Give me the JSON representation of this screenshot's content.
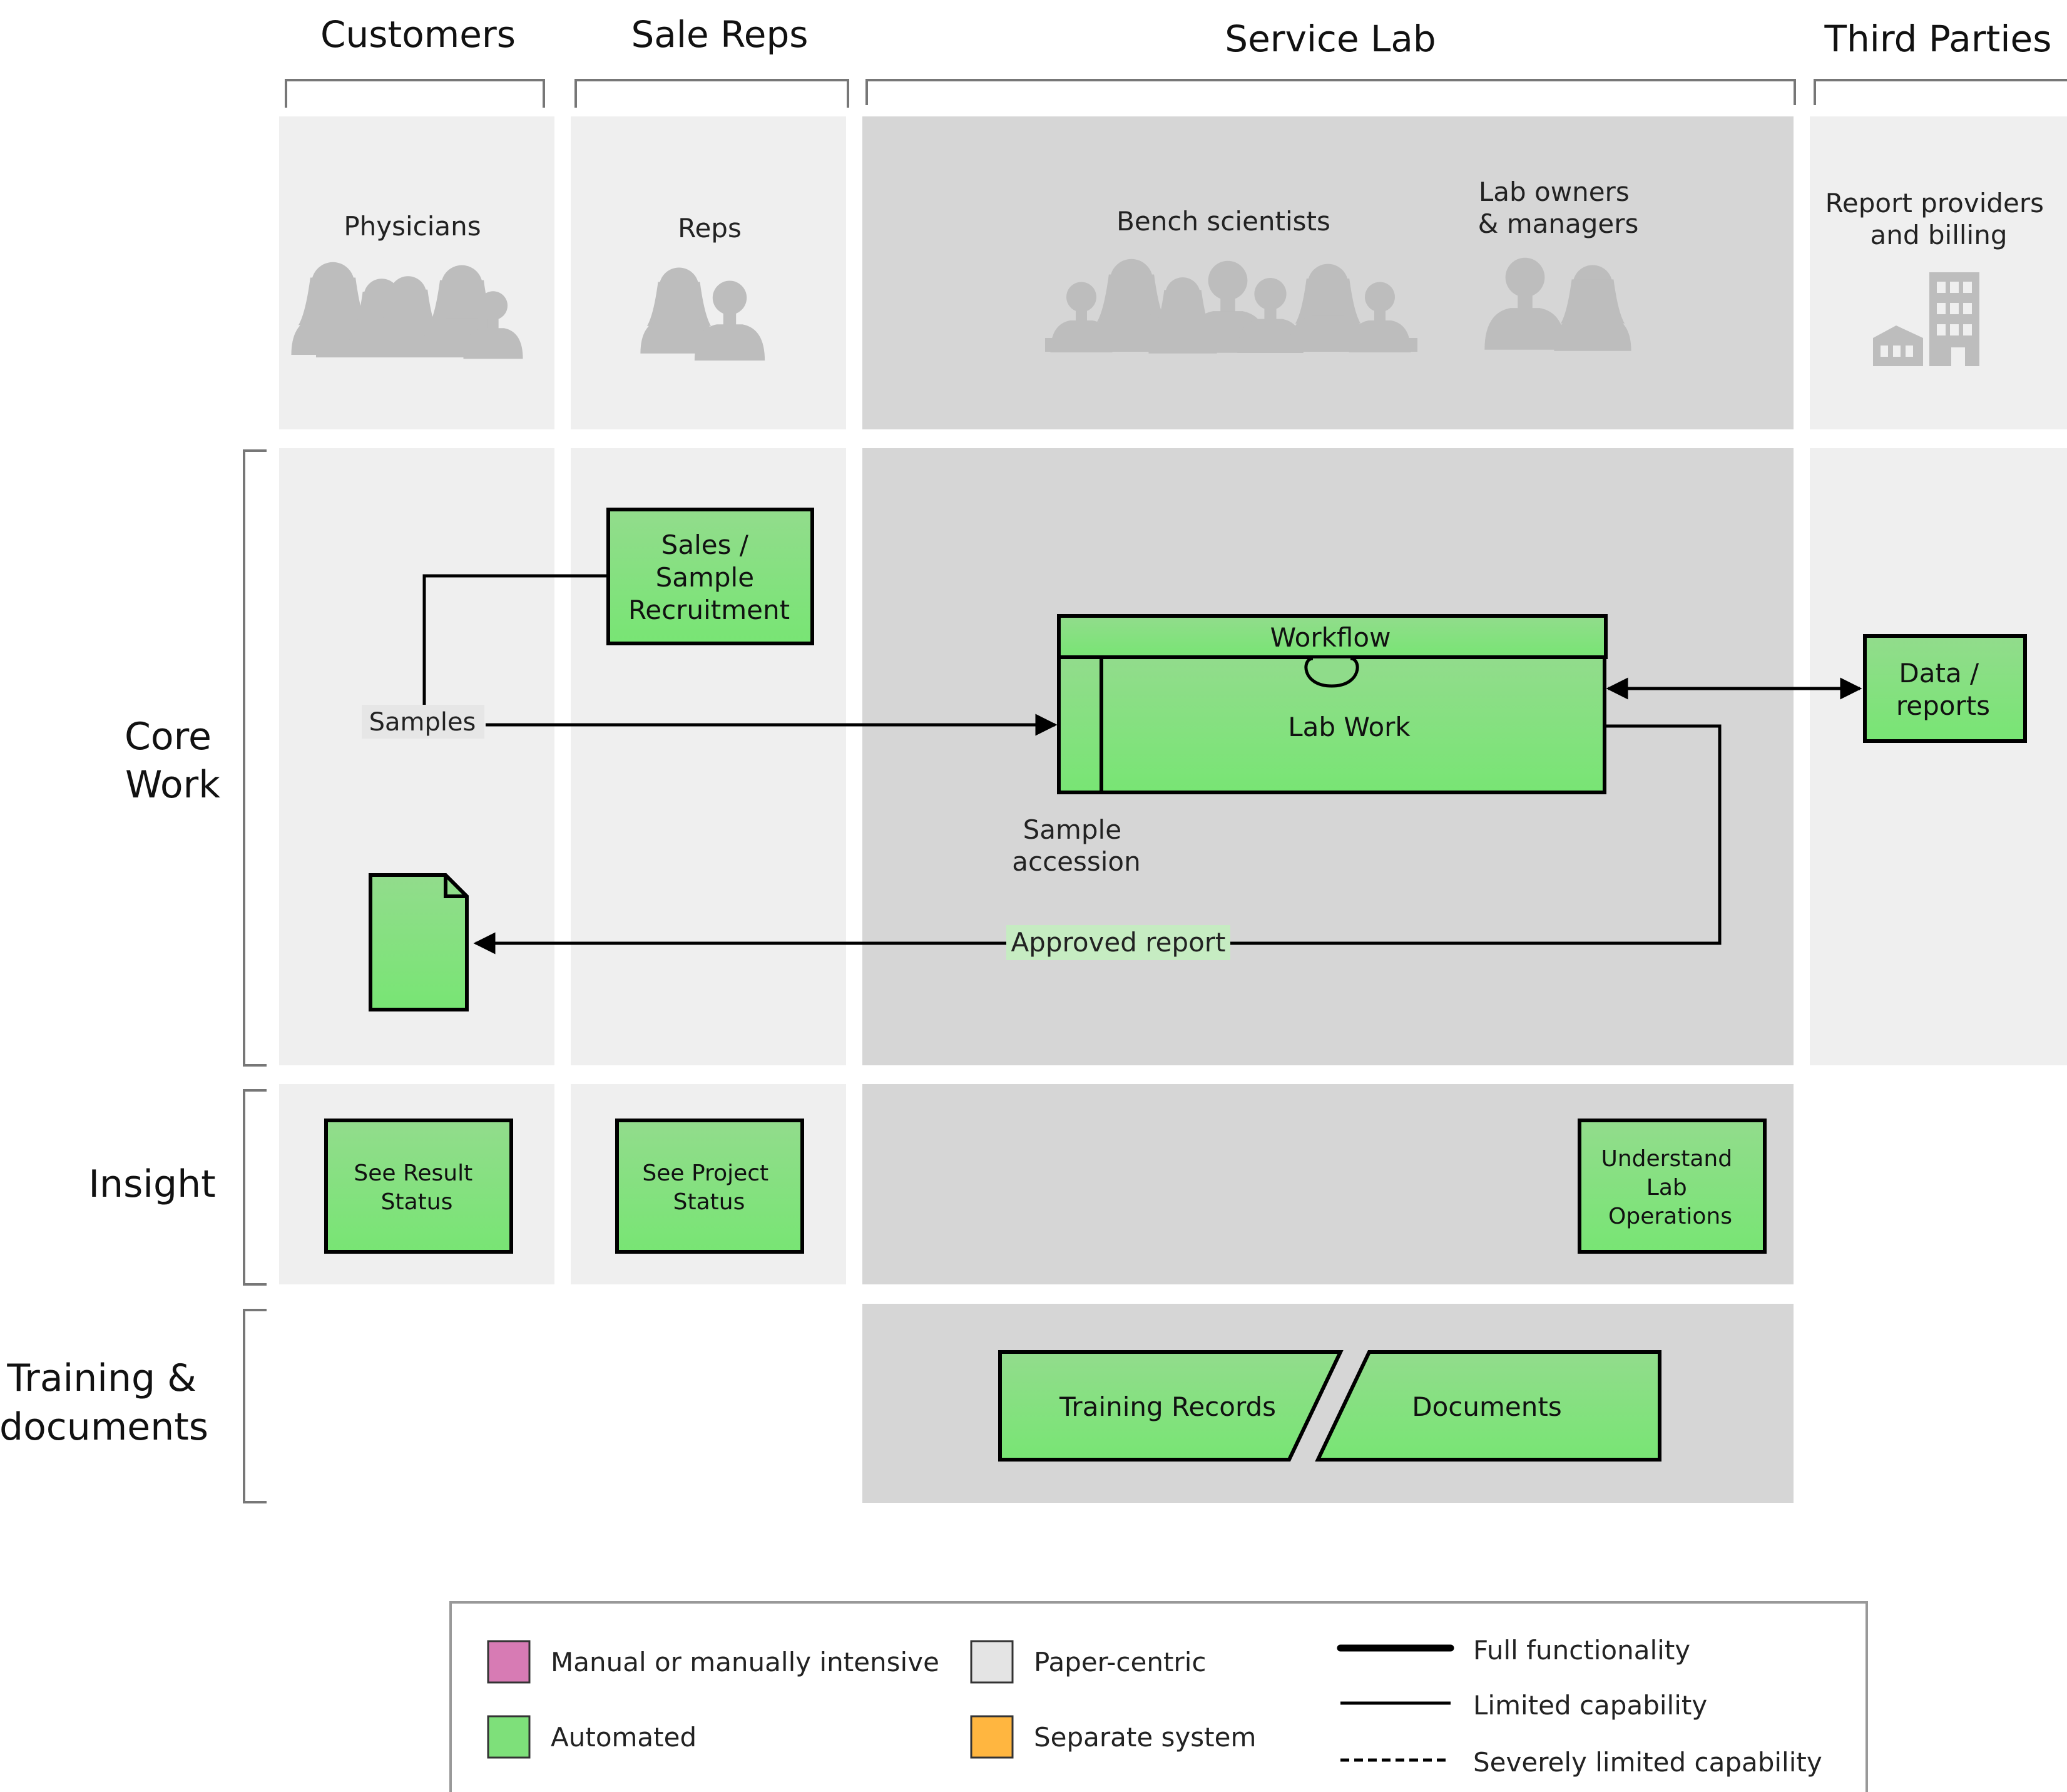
{
  "columns": {
    "customers": "Customers",
    "sale_reps": "Sale Reps",
    "service_lab": "Service Lab",
    "third_parties": "Third Parties"
  },
  "rows": {
    "core_work": [
      "Core",
      "Work"
    ],
    "insight": "Insight",
    "training": [
      "Training &",
      "documents"
    ]
  },
  "actors": {
    "physicians": "Physicians",
    "reps": "Reps",
    "bench_scientists": "Bench scientists",
    "lab_owners": [
      "Lab owners",
      "& managers"
    ],
    "report_providers": [
      "Report providers",
      "and billing"
    ]
  },
  "boxes": {
    "sales_recruitment": [
      "Sales /",
      "Sample",
      "Recruitment"
    ],
    "workflow": "Workflow",
    "lab_work": "Lab Work",
    "data_reports": [
      "Data /",
      "reports"
    ],
    "see_result_status": [
      "See Result",
      "Status"
    ],
    "see_project_status": [
      "See Project",
      "Status"
    ],
    "understand_lab_ops": [
      "Understand",
      "Lab",
      "Operations"
    ],
    "training_records": "Training Records",
    "documents": "Documents"
  },
  "labels": {
    "samples": "Samples",
    "sample_accession": [
      "Sample",
      "accession"
    ],
    "approved_report": "Approved report"
  },
  "legend": {
    "manual": "Manual or manually intensive",
    "automated": "Automated",
    "paper": "Paper-centric",
    "separate": "Separate system",
    "full": "Full functionality",
    "limited": "Limited capability",
    "severely": "Severely limited capability"
  },
  "colors": {
    "automated": "#7ee07a",
    "manual": "#d77bb4",
    "paper": "#e4e4e4",
    "separate": "#ffb640",
    "lane_light": "#efefef",
    "lane_dark": "#d6d6d6",
    "person": "#bdbdbd"
  }
}
